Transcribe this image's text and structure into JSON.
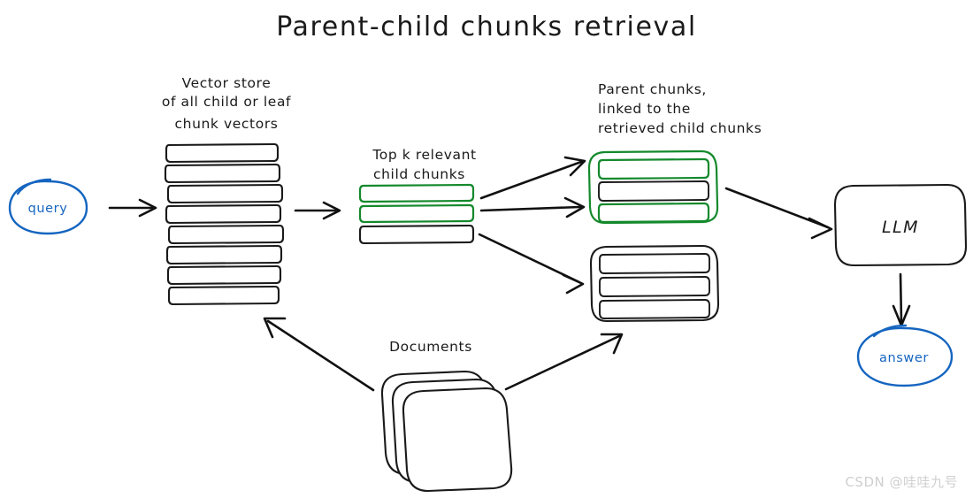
{
  "title": "Parent-child chunks retrieval",
  "watermark": "CSDN @哇哇九号",
  "nodes": {
    "query": {
      "label": "query",
      "color": "#1565c0",
      "shape": "ellipse"
    },
    "llm": {
      "label": "LLM",
      "color": "#1a1a1a",
      "shape": "rounded-rect"
    },
    "answer": {
      "label": "answer",
      "color": "#1565c0",
      "shape": "ellipse"
    }
  },
  "labels": {
    "vector_store": {
      "lines": [
        "Vector store",
        "of all child or leaf",
        "chunk vectors"
      ],
      "align": "center"
    },
    "top_k": {
      "lines": [
        "Top k relevant",
        "child chunks"
      ],
      "align": "center"
    },
    "parent_chunks": {
      "lines": [
        "Parent chunks,",
        "linked to the",
        "retrieved child chunks"
      ],
      "align": "left"
    },
    "documents": {
      "lines": [
        "Documents"
      ],
      "align": "center"
    }
  },
  "vector_store": {
    "bar_count": 8,
    "bar_color": "#1a1a1a"
  },
  "top_k_chunks": {
    "bars": [
      {
        "index": 1,
        "color": "#14892c",
        "highlighted": true
      },
      {
        "index": 2,
        "color": "#14892c",
        "highlighted": true
      },
      {
        "index": 3,
        "color": "#1a1a1a",
        "highlighted": false
      }
    ]
  },
  "parent_chunks": [
    {
      "id": "parent-chunk-matched",
      "outline_color": "#14892c",
      "highlighted": true,
      "inner_bars": [
        {
          "color": "#14892c"
        },
        {
          "color": "#1a1a1a"
        },
        {
          "color": "#14892c"
        }
      ]
    },
    {
      "id": "parent-chunk-second",
      "outline_color": "#1a1a1a",
      "highlighted": false,
      "inner_bars": [
        {
          "color": "#1a1a1a"
        },
        {
          "color": "#1a1a1a"
        },
        {
          "color": "#1a1a1a"
        }
      ]
    }
  ],
  "documents": {
    "sheet_count": 3,
    "outline_color": "#1a1a1a"
  },
  "arrows": [
    {
      "id": "query-to-vector-store",
      "from": "query",
      "to": "vector-store"
    },
    {
      "id": "vector-store-to-topk",
      "from": "vector-store",
      "to": "top-k-chunks"
    },
    {
      "id": "topk-1-to-parent-matched",
      "from": "top-k-chunk-1",
      "to": "parent-chunk-matched"
    },
    {
      "id": "topk-2-to-parent-matched",
      "from": "top-k-chunk-2",
      "to": "parent-chunk-matched"
    },
    {
      "id": "topk-3-to-parent-second",
      "from": "top-k-chunk-3",
      "to": "parent-chunk-second"
    },
    {
      "id": "parent-to-llm",
      "from": "parent-chunk-matched",
      "to": "llm"
    },
    {
      "id": "llm-to-answer",
      "from": "llm",
      "to": "answer"
    },
    {
      "id": "documents-to-vector-store",
      "from": "documents",
      "to": "vector-store"
    },
    {
      "id": "documents-to-parent-second",
      "from": "documents",
      "to": "parent-chunk-second"
    }
  ],
  "palette": {
    "ink": "#1a1a1a",
    "green": "#14892c",
    "blue": "#1565c0",
    "watermark_gray": "#cfcfcf",
    "background": "#ffffff"
  }
}
